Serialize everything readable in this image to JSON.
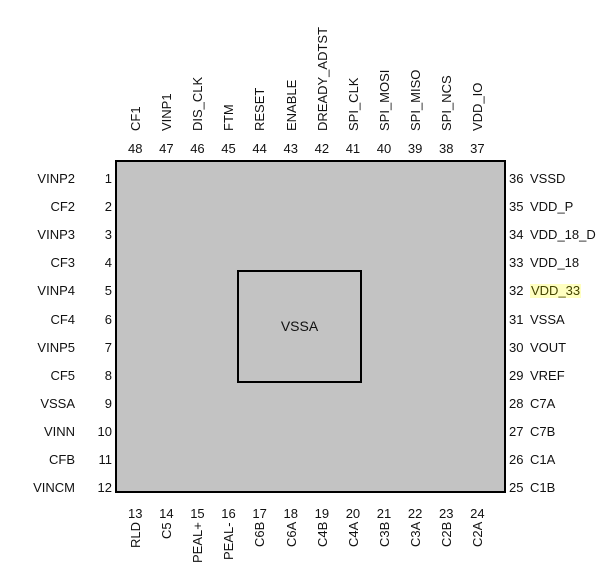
{
  "center_label": "VSSA",
  "left_pins": [
    {
      "num": "1",
      "name": "VINP2"
    },
    {
      "num": "2",
      "name": "CF2"
    },
    {
      "num": "3",
      "name": "VINP3"
    },
    {
      "num": "4",
      "name": "CF3"
    },
    {
      "num": "5",
      "name": "VINP4"
    },
    {
      "num": "6",
      "name": "CF4"
    },
    {
      "num": "7",
      "name": "VINP5"
    },
    {
      "num": "8",
      "name": "CF5"
    },
    {
      "num": "9",
      "name": "VSSA"
    },
    {
      "num": "10",
      "name": "VINN"
    },
    {
      "num": "11",
      "name": "CFB"
    },
    {
      "num": "12",
      "name": "VINCM"
    }
  ],
  "bottom_pins": [
    {
      "num": "13",
      "name": "RLD"
    },
    {
      "num": "14",
      "name": "C5"
    },
    {
      "num": "15",
      "name": "PEAL+"
    },
    {
      "num": "16",
      "name": "PEAL-"
    },
    {
      "num": "17",
      "name": "C6B"
    },
    {
      "num": "18",
      "name": "C6A"
    },
    {
      "num": "19",
      "name": "C4B"
    },
    {
      "num": "20",
      "name": "C4A"
    },
    {
      "num": "21",
      "name": "C3B"
    },
    {
      "num": "22",
      "name": "C3A"
    },
    {
      "num": "23",
      "name": "C2B"
    },
    {
      "num": "24",
      "name": "C2A"
    }
  ],
  "right_pins": [
    {
      "num": "36",
      "name": "VSSD"
    },
    {
      "num": "35",
      "name": "VDD_P"
    },
    {
      "num": "34",
      "name": "VDD_18_D"
    },
    {
      "num": "33",
      "name": "VDD_18"
    },
    {
      "num": "32",
      "name": "VDD_33",
      "highlight": true
    },
    {
      "num": "31",
      "name": "VSSA"
    },
    {
      "num": "30",
      "name": "VOUT"
    },
    {
      "num": "29",
      "name": "VREF"
    },
    {
      "num": "28",
      "name": "C7A"
    },
    {
      "num": "27",
      "name": "C7B"
    },
    {
      "num": "26",
      "name": "C1A"
    },
    {
      "num": "25",
      "name": "C1B"
    }
  ],
  "top_pins": [
    {
      "num": "48",
      "name": "CF1"
    },
    {
      "num": "47",
      "name": "VINP1"
    },
    {
      "num": "46",
      "name": "DIS_CLK"
    },
    {
      "num": "45",
      "name": "FTM"
    },
    {
      "num": "44",
      "name": "RESET"
    },
    {
      "num": "43",
      "name": "ENABLE"
    },
    {
      "num": "42",
      "name": "DREADY_ADTST"
    },
    {
      "num": "41",
      "name": "SPI_CLK"
    },
    {
      "num": "40",
      "name": "SPI_MOSI"
    },
    {
      "num": "39",
      "name": "SPI_MISO"
    },
    {
      "num": "38",
      "name": "SPI_NCS"
    },
    {
      "num": "37",
      "name": "VDD_IO"
    }
  ],
  "colors": {
    "package": "#c3c3c3",
    "outline": "#000000",
    "highlight": "#ffffc0"
  }
}
